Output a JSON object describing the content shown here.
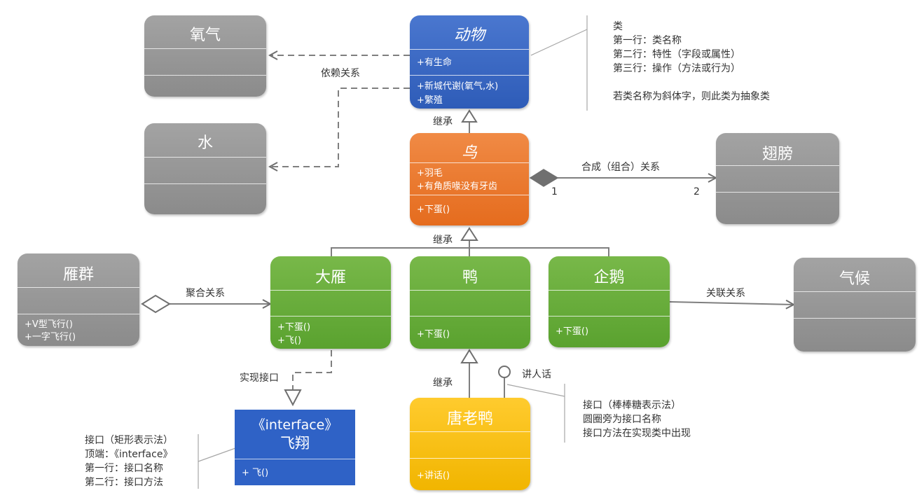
{
  "classes": {
    "oxygen": {
      "title": "氧气"
    },
    "water": {
      "title": "水"
    },
    "animal": {
      "title": "动物",
      "attr1": "+有生命",
      "op1": "+新城代谢(氧气,水)",
      "op2": "+繁殖"
    },
    "bird": {
      "title": "鸟",
      "attr1": "+羽毛",
      "attr2": "+有角质喙没有牙齿",
      "op1": "+下蛋()"
    },
    "wing": {
      "title": "翅膀"
    },
    "geese": {
      "title": "雁群",
      "op1": "+V型飞行()",
      "op2": "+一字飞行()"
    },
    "goose": {
      "title": "大雁",
      "op1": "+下蛋()",
      "op2": "+飞()"
    },
    "duck": {
      "title": "鸭",
      "op1": "+下蛋()"
    },
    "penguin": {
      "title": "企鹅",
      "op1": "+下蛋()"
    },
    "climate": {
      "title": "气候"
    },
    "donald": {
      "title": "唐老鸭",
      "op1": "+讲话()"
    },
    "fly": {
      "stereotype": "《interface》",
      "title": "飞翔",
      "op1": "+ 飞()"
    }
  },
  "labels": {
    "dependency": "依赖关系",
    "inherit1": "继承",
    "inherit2": "继承",
    "inherit3": "继承",
    "composition": "合成（组合）关系",
    "comp_left": "1",
    "comp_right": "2",
    "aggregation": "聚合关系",
    "association": "关联关系",
    "realize": "实现接口",
    "lollipop": "讲人话"
  },
  "notes": {
    "class_note": [
      "类",
      "第一行：类名称",
      "第二行：特性（字段或属性）",
      "第三行：操作（方法或行为）",
      "",
      "若类名称为斜体字，则此类为抽象类"
    ],
    "lollipop_note": [
      "接口（棒棒糖表示法）",
      "圆圈旁为接口名称",
      "接口方法在实现类中出现"
    ],
    "rect_note": [
      "接口（矩形表示法）",
      "顶端：《interface》",
      "第一行：接口名称",
      "第二行：接口方法"
    ]
  },
  "colors": {
    "gray": "#999999",
    "blue": "#3a68c4",
    "orange": "#ea7a2f",
    "green": "#66ad3a",
    "yellow": "#f8be17",
    "connector": "#7f7f7f"
  }
}
